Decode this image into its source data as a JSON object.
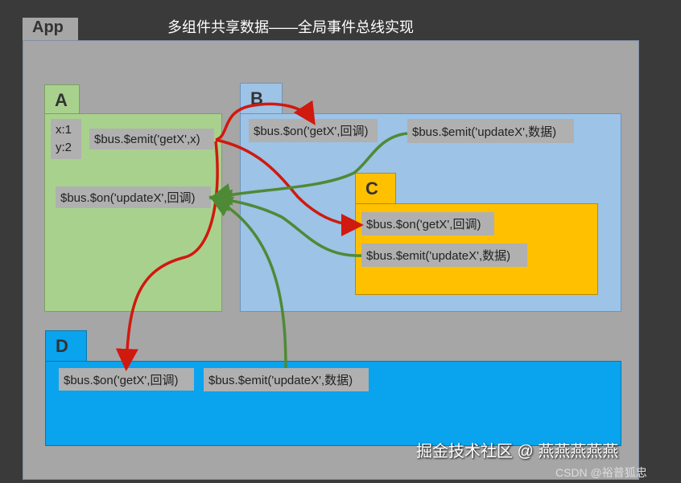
{
  "title": "多组件共享数据——全局事件总线实现",
  "app": {
    "label": "App"
  },
  "components": {
    "A": {
      "label": "A",
      "x_val": "x:1",
      "y_val": "y:2",
      "emit": "$bus.$emit('getX',x)",
      "on": "$bus.$on('updateX',回调)",
      "color": "#a9d18e"
    },
    "B": {
      "label": "B",
      "on": "$bus.$on('getX',回调)",
      "emit": "$bus.$emit('updateX',数据)",
      "color": "#9dc3e6"
    },
    "C": {
      "label": "C",
      "on": "$bus.$on('getX',回调)",
      "emit": "$bus.$emit('updateX',数据)",
      "color": "#ffc000"
    },
    "D": {
      "label": "D",
      "on": "$bus.$on('getX',回调)",
      "emit": "$bus.$emit('updateX',数据)",
      "color": "#0aa3ee"
    }
  },
  "arrow_colors": {
    "getX": "#d0190f",
    "updateX": "#4e8a36"
  },
  "watermark": "掘金技术社区 @ 燕燕燕燕燕",
  "watermark2": "CSDN @裕普狐忠"
}
